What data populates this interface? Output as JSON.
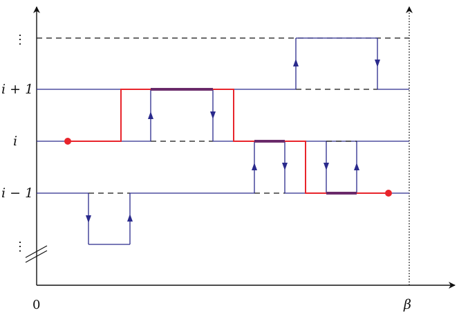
{
  "labels": {
    "y_top_dots": "⋮",
    "y_i_plus_1": "i + 1",
    "y_i": "i",
    "y_i_minus_1": "i − 1",
    "y_bottom_dots": "⋮",
    "x_zero": "0",
    "x_beta": "β"
  },
  "colors": {
    "axis": "#111111",
    "level_line": "#2a2a8c",
    "path": "#e8242b",
    "marker": "#e8242b",
    "dashed": "#111111"
  }
}
